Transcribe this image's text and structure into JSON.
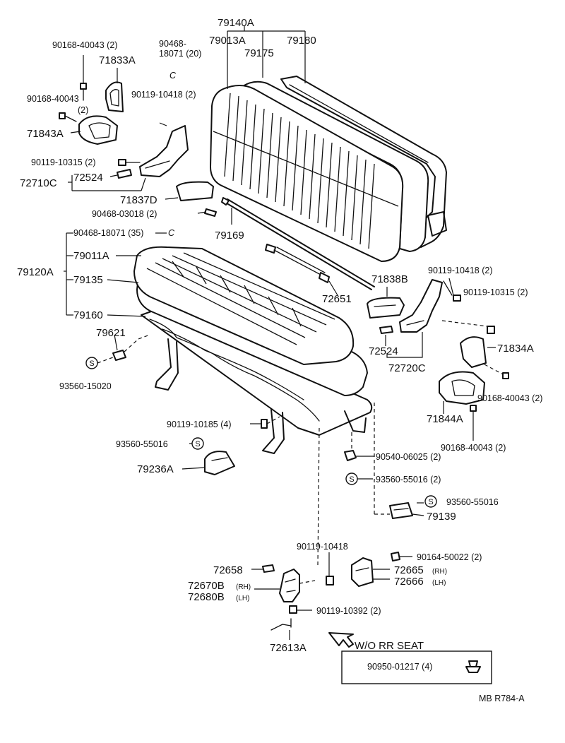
{
  "labels": {
    "l79140A": "79140A",
    "l79013A": "79013A",
    "l79180": "79180",
    "l79175": "79175",
    "l90468a_1": "90468-",
    "l90468a_2": "18071 (20)",
    "l90468a_c": "C",
    "l90168_top": "90168-40043 (2)",
    "l71833A": "71833A",
    "l90168_2_1": "90168-40043",
    "l90168_2_2": "(2)",
    "l71843A": "71843A",
    "l90119_10418_left": "90119-10418 (2)",
    "l90119_10315_left": "90119-10315 (2)",
    "l72524_left": "72524",
    "l72710C": "72710C",
    "l71837D": "71837D",
    "l90468_03018": "90468-03018 (2)",
    "l79169": "79169",
    "l90468_35": "90468-18071 (35)",
    "l90468_35_c": "C",
    "l79011A": "79011A",
    "l79120A": "79120A",
    "l79135": "79135",
    "l79160": "79160",
    "l79621": "79621",
    "l93560_15020": "93560-15020",
    "l72651": "72651",
    "l71838B": "71838B",
    "l90119_10418_right": "90119-10418 (2)",
    "l90119_10315_right": "90119-10315 (2)",
    "l72524_right": "72524",
    "l72720C": "72720C",
    "l71834A": "71834A",
    "l90168_right_1": "90168-40043 (2)",
    "l71844A": "71844A",
    "l90168_right_2": "90168-40043 (2)",
    "l90119_10185": "90119-10185 (4)",
    "l93560_55016_a": "93560-55016",
    "l79236A": "79236A",
    "l90540_06025": "90540-06025 (2)",
    "l93560_55016_b": "93560-55016 (2)",
    "l93560_55016_c": "93560-55016",
    "l79139": "79139",
    "l90119_10418_bottom": "90119-10418",
    "l90164_50022": "90164-50022 (2)",
    "l72658": "72658",
    "l72665": "72665",
    "l72665_rh": "(RH)",
    "l72666": "72666",
    "l72666_lh": "(LH)",
    "l72670B": "72670B",
    "l72670B_rh": "(RH)",
    "l72680B": "72680B",
    "l72680B_lh": "(LH)",
    "l90119_10392": "90119-10392 (2)",
    "l72613A": "72613A",
    "l_wo_rr_seat": "W/O RR SEAT",
    "l90950_01217": "90950-01217 (4)",
    "l_footer": "MB  R784-A"
  },
  "snap_ring_symbol": "S"
}
